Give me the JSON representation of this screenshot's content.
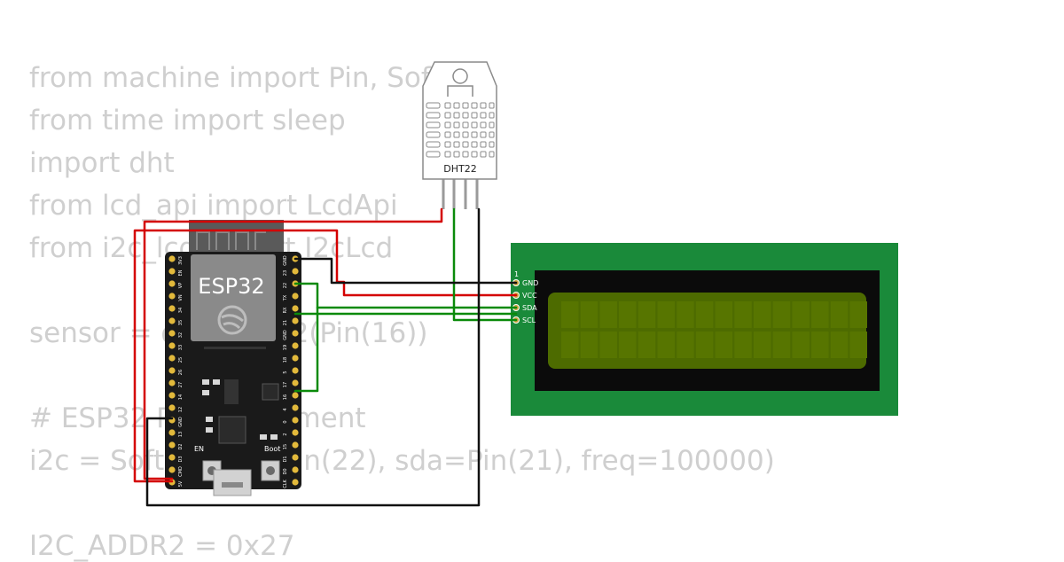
{
  "code_lines": [
    "from machine import Pin, SoftI2C",
    "from time import sleep",
    "import dht",
    "from lcd_api import LcdApi",
    "from i2c_lcd import I2cLcd",
    "",
    "sensor = dht.DHT22(Pin(16))",
    "",
    "# ESP32 Pin assignment",
    "i2c = SoftI2C(scl=Pin(22), sda=Pin(21), freq=100000)",
    "",
    "I2C_ADDR2 = 0x27"
  ],
  "esp32": {
    "label": "ESP32",
    "en_label": "EN",
    "boot_label": "Boot",
    "left_pins": [
      "3V3",
      "EN",
      "VP",
      "VN",
      "34",
      "35",
      "32",
      "33",
      "25",
      "26",
      "27",
      "14",
      "12",
      "GND",
      "13",
      "D2",
      "D3",
      "CMD",
      "5V"
    ],
    "right_pins": [
      "GND",
      "23",
      "22",
      "TX",
      "RX",
      "21",
      "GND",
      "19",
      "18",
      "5",
      "17",
      "16",
      "4",
      "0",
      "2",
      "15",
      "D1",
      "D0",
      "CLK"
    ]
  },
  "dht22": {
    "label": "DHT22"
  },
  "lcd": {
    "pin1_label": "1",
    "pins": [
      "GND",
      "VCC",
      "SDA",
      "SCL"
    ]
  },
  "colors": {
    "wire_black": "#111111",
    "wire_red": "#d40000",
    "wire_green": "#0a8a0a",
    "lcd_pcb": "#1a8a3a",
    "lcd_screen": "#4d6b00",
    "code_text": "#cfcfcf"
  }
}
